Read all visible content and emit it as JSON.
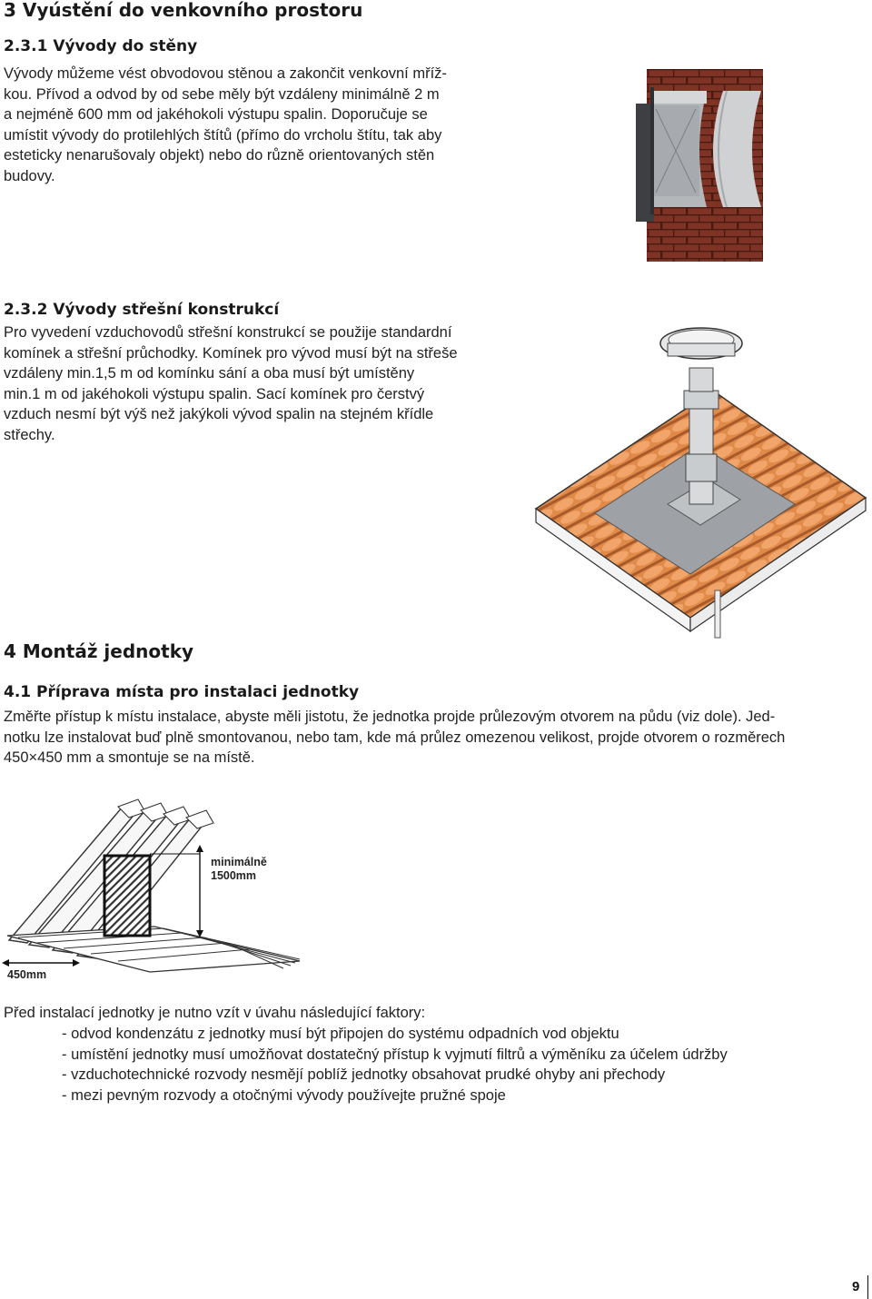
{
  "section3": {
    "title": "3 Vyústění do venkovního prostoru",
    "sub1": {
      "title": "2.3.1 Vývody do stěny",
      "lines": [
        "Vývody můžeme vést obvodovou stěnou a zakončit venkovní mříž-",
        "kou. Přívod a odvod by od sebe měly být vzdáleny minimálně 2 m",
        "a nejméně 600 mm od jakéhokoli výstupu spalin. Doporučuje se",
        "umístit vývody do protilehlých štítů (přímo do vrcholu štítu, tak aby",
        "esteticky nenarušovaly objekt) nebo do různě orientovaných stěn",
        "budovy."
      ]
    },
    "sub2": {
      "title": "2.3.2 Vývody střešní konstrukcí",
      "lines": [
        "Pro vyvedení vzduchovodů střešní konstrukcí se použije standardní",
        "komínek a střešní průchodky. Komínek pro vývod musí být na střeše",
        "vzdáleny min.1,5 m od komínku sání a oba musí být umístěny",
        "min.1 m od jakéhokoli výstupu spalin. Sací komínek pro čerstvý",
        "vzduch nesmí být výš než jakýkoli vývod spalin na stejném křídle",
        "střechy."
      ]
    }
  },
  "section4": {
    "title": "4 Montáž jednotky",
    "sub1": {
      "title": "4.1 Příprava místa pro instalaci jednotky",
      "lines": [
        "Změřte přístup k místu instalace, abyste měli jistotu, že jednotka projde průlezovým otvorem na půdu (viz dole). Jed-",
        "notku lze instalovat buď plně smontovanou, nebo tam, kde má průlez omezenou velikost, projde otvorem o rozměrech",
        "450×450 mm a smontuje se na místě."
      ]
    },
    "diagram": {
      "label_min_line1": "minimálně",
      "label_min_line2": "1500mm",
      "label_width": "450mm"
    },
    "factors_intro": "Před instalací jednotky je nutno vzít v úvahu následující faktory:",
    "factors": [
      "odvod kondenzátu z jednotky musí být připojen do systému odpadních vod objektu",
      "umístění jednotky musí umožňovat dostatečný přístup k vyjmutí filtrů a výměníku za účelem údržby",
      "vzduchotechnické rozvody nesmějí poblíž jednotky obsahovat prudké ohyby ani přechody",
      "mezi pevným rozvody a otočnými vývody používejte pružné spoje"
    ]
  },
  "footer": {
    "page_number": "9"
  },
  "colors": {
    "brick": "#7a2e22",
    "tile": "#e58a4c",
    "text": "#1a1a1a"
  }
}
